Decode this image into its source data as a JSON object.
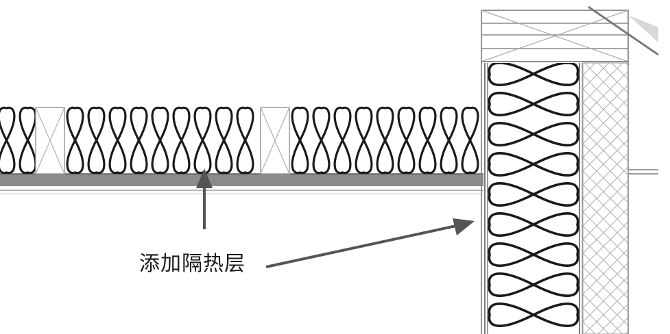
{
  "diagram": {
    "annotation_label": "添加隔热层",
    "annotated_components": [
      "ceiling-insulation-batts",
      "wall-insulation-batts"
    ],
    "colors": {
      "line": "#1a1a1a",
      "frame": "#9a9a9a",
      "hatch": "#b8b8b8",
      "ceiling_board": "#8c8c8c",
      "arrow": "#555555",
      "background": "#ffffff"
    }
  }
}
